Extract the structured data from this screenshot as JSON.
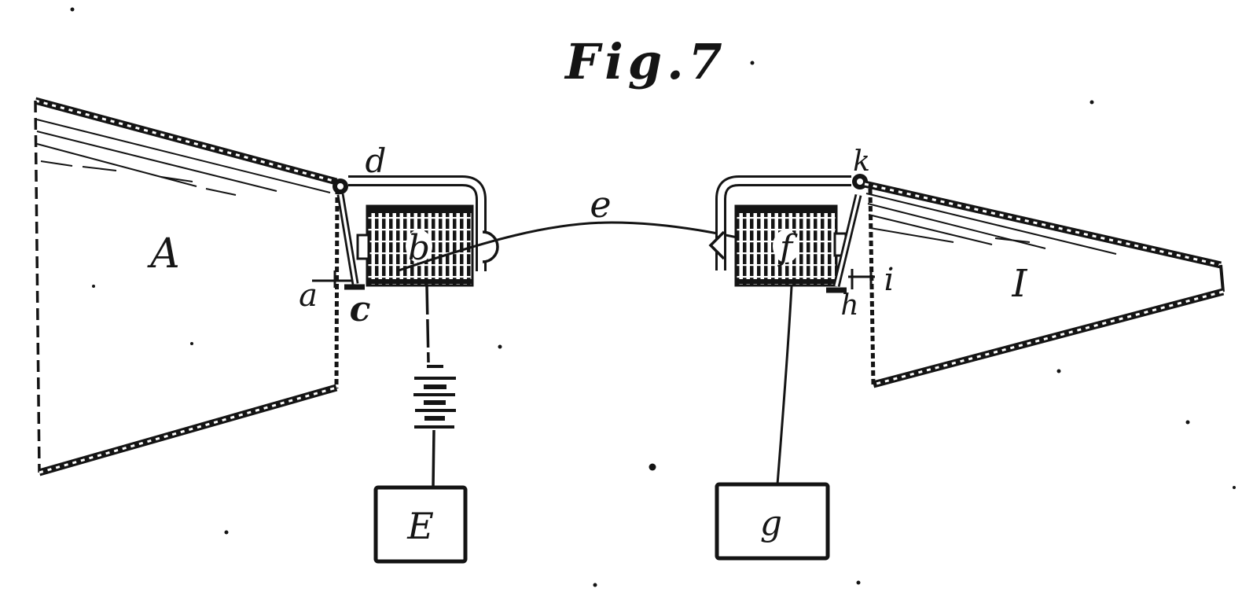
{
  "figure": {
    "title": "Fig.7",
    "paper_color": "#ffffff",
    "ink_color": "#141414",
    "labels": {
      "horn_left": "A",
      "horn_left_mouth": "a",
      "contact_left": "c",
      "frame_left": "d",
      "coil_left": "b",
      "connecting_wire": "e",
      "coil_right": "f",
      "hinge_right": "k",
      "gap_right": "i",
      "contact_right": "h",
      "horn_right": "I",
      "battery_box": "E",
      "receiver_box": "g"
    }
  }
}
